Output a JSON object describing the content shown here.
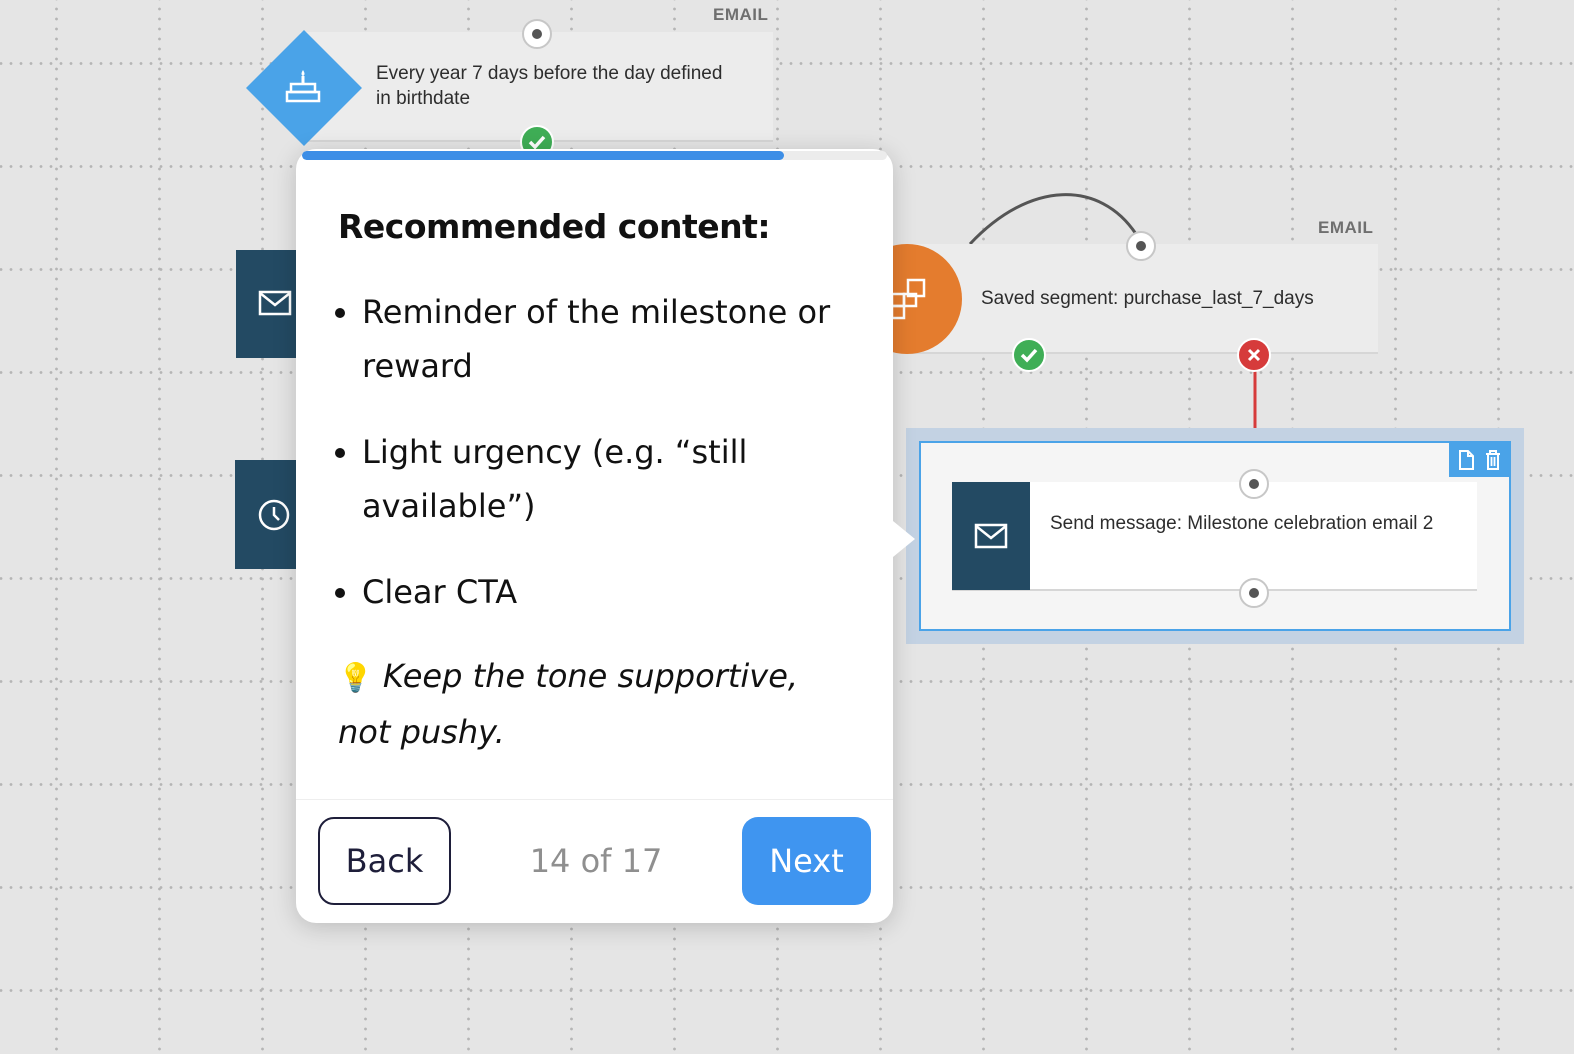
{
  "nodes": {
    "birthday": {
      "type_label": "EMAIL",
      "text": "Every year 7 days before the day defined in birthdate"
    },
    "segment": {
      "type_label": "EMAIL",
      "text": "Saved segment: purchase_last_7_days"
    },
    "send": {
      "text": "Send message: Milestone celebration email 2"
    }
  },
  "tour": {
    "title": "Recommended content:",
    "items": [
      "Reminder of the milestone or reward",
      "Light urgency (e.g. “still available”)",
      "Clear CTA"
    ],
    "tip_icon": "💡",
    "tip": "Keep the tone supportive, not pushy.",
    "back_label": "Back",
    "next_label": "Next",
    "step_counter": "14 of 17",
    "progress": 0.824
  },
  "colors": {
    "accent_blue": "#3f95f0",
    "node_dark": "#234a63",
    "trigger_blue": "#4aa3e8",
    "segment_orange": "#e47c2e",
    "success_green": "#3fae56",
    "error_red": "#d63b3b"
  },
  "icons": {
    "trigger": "cake-icon",
    "segment": "segment-blocks-icon",
    "email": "envelope-icon",
    "wait": "clock-icon",
    "duplicate": "document-icon",
    "delete": "trash-icon"
  }
}
